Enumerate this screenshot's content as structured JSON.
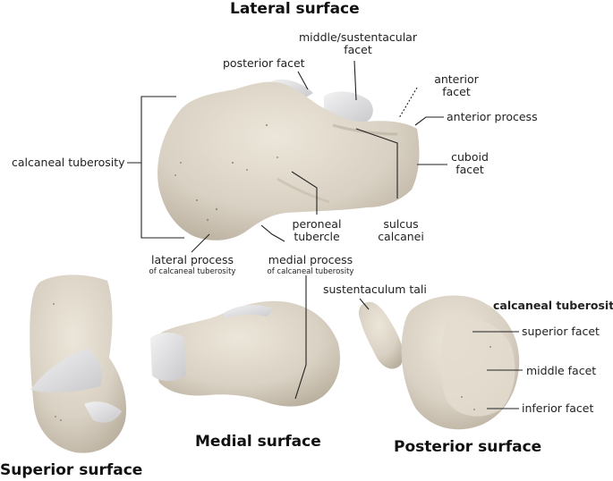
{
  "figure": {
    "titles": {
      "lateral": "Lateral surface",
      "medial": "Medial surface",
      "superior": "Superior surface",
      "posterior": "Posterior surface"
    },
    "lateral_labels": {
      "calcaneal_tuberosity": "calcaneal tuberosity",
      "posterior_facet": "posterior facet",
      "middle_facet_line1": "middle/sustentacular",
      "middle_facet_line2": "facet",
      "anterior_facet_line1": "anterior",
      "anterior_facet_line2": "facet",
      "anterior_process": "anterior process",
      "cuboid_facet_line1": "cuboid",
      "cuboid_facet_line2": "facet",
      "peroneal_tubercle_line1": "peroneal",
      "peroneal_tubercle_line2": "tubercle",
      "sulcus_calcanei_line1": "sulcus",
      "sulcus_calcanei_line2": "calcanei",
      "lateral_process": "lateral process",
      "lateral_process_sub": "of calcaneal tuberosity",
      "medial_process": "medial process",
      "medial_process_sub": "of calcaneal tuberosity"
    },
    "posterior_labels": {
      "sustentaculum_tali": "sustentaculum tali",
      "calcaneal_tuberosity": "calcaneal tuberosity",
      "superior_facet": "superior facet",
      "middle_facet": "middle facet",
      "inferior_facet": "inferior facet"
    },
    "colors": {
      "bone": "#d9d1c3",
      "bone_shadow": "#b7ad9c",
      "cartilage": "#e9e9ea",
      "cartilage_shadow": "#c9c9cc",
      "leader": "#222222"
    }
  }
}
